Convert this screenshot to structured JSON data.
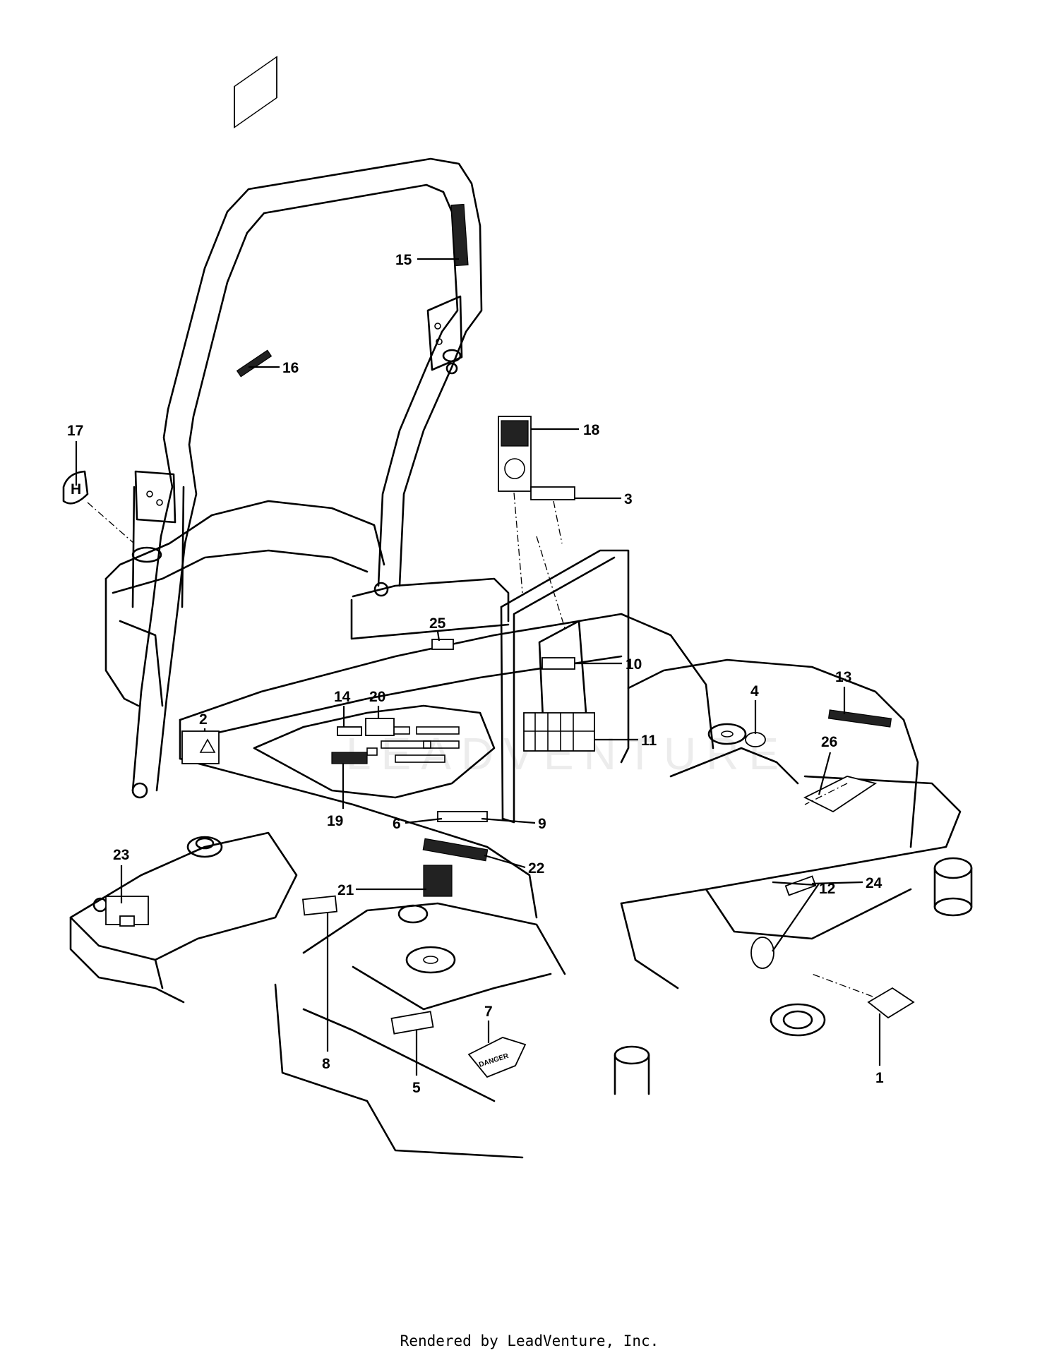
{
  "footer": "Rendered by LeadVenture, Inc.",
  "watermark": "LEADVENTURE",
  "callouts": [
    "1",
    "2",
    "3",
    "4",
    "5",
    "6",
    "7",
    "8",
    "9",
    "10",
    "11",
    "12",
    "13",
    "14",
    "15",
    "16",
    "17",
    "18",
    "19",
    "20",
    "21",
    "22",
    "23",
    "24",
    "25",
    "26"
  ],
  "decal_text": {
    "danger": "DANGER"
  },
  "icons": [
    "husqvarna-crown-logo-icon",
    "warning-triangle-icon"
  ]
}
